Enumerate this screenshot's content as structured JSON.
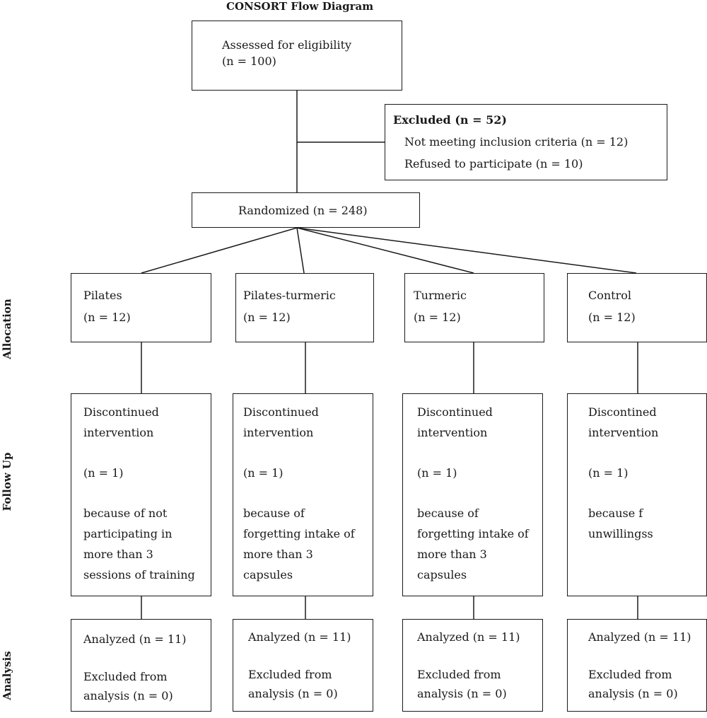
{
  "title": "CONSORT Flow Diagram",
  "stages": {
    "allocation": "Allocation",
    "follow_up": "Follow Up",
    "analysis": "Analysis"
  },
  "assessed": {
    "label": "Assessed for eligibility",
    "n": "(n = 100)"
  },
  "excluded": {
    "label": "Excluded (n = 52)",
    "reasons": [
      "Not meeting inclusion criteria (n = 12)",
      "Refused to participate (n = 10)"
    ]
  },
  "randomized": {
    "label": "Randomized (n = 248)"
  },
  "groups": [
    {
      "name": "Pilates",
      "n": "(n = 12)",
      "followup": [
        "Discontinued",
        "intervention",
        "(n = 1)",
        "because of not",
        "participating in",
        "more than 3",
        "sessions of training"
      ],
      "analysis": [
        "Analyzed (n = 11)",
        "Excluded from",
        "analysis (n = 0)"
      ]
    },
    {
      "name": "Pilates-turmeric",
      "n": "(n = 12)",
      "followup": [
        "Discontinued",
        "intervention",
        "(n = 1)",
        "because of",
        "forgetting intake of",
        "more than 3",
        "capsules"
      ],
      "analysis": [
        "Analyzed (n = 11)",
        "Excluded from",
        "analysis (n = 0)"
      ]
    },
    {
      "name": "Turmeric",
      "n": "(n = 12)",
      "followup": [
        "Discontinued",
        "intervention",
        "(n = 1)",
        "because of",
        "forgetting intake of",
        "more than 3",
        "capsules"
      ],
      "analysis": [
        "Analyzed (n = 11)",
        "Excluded from",
        "analysis (n = 0)"
      ]
    },
    {
      "name": "Control",
      "n": "(n = 12)",
      "followup": [
        "Discontined",
        "intervention",
        "(n = 1)",
        "because f",
        "unwillingss"
      ],
      "analysis": [
        "Analyzed (n = 11)",
        "Excluded from",
        "analysis (n = 0)"
      ]
    }
  ]
}
